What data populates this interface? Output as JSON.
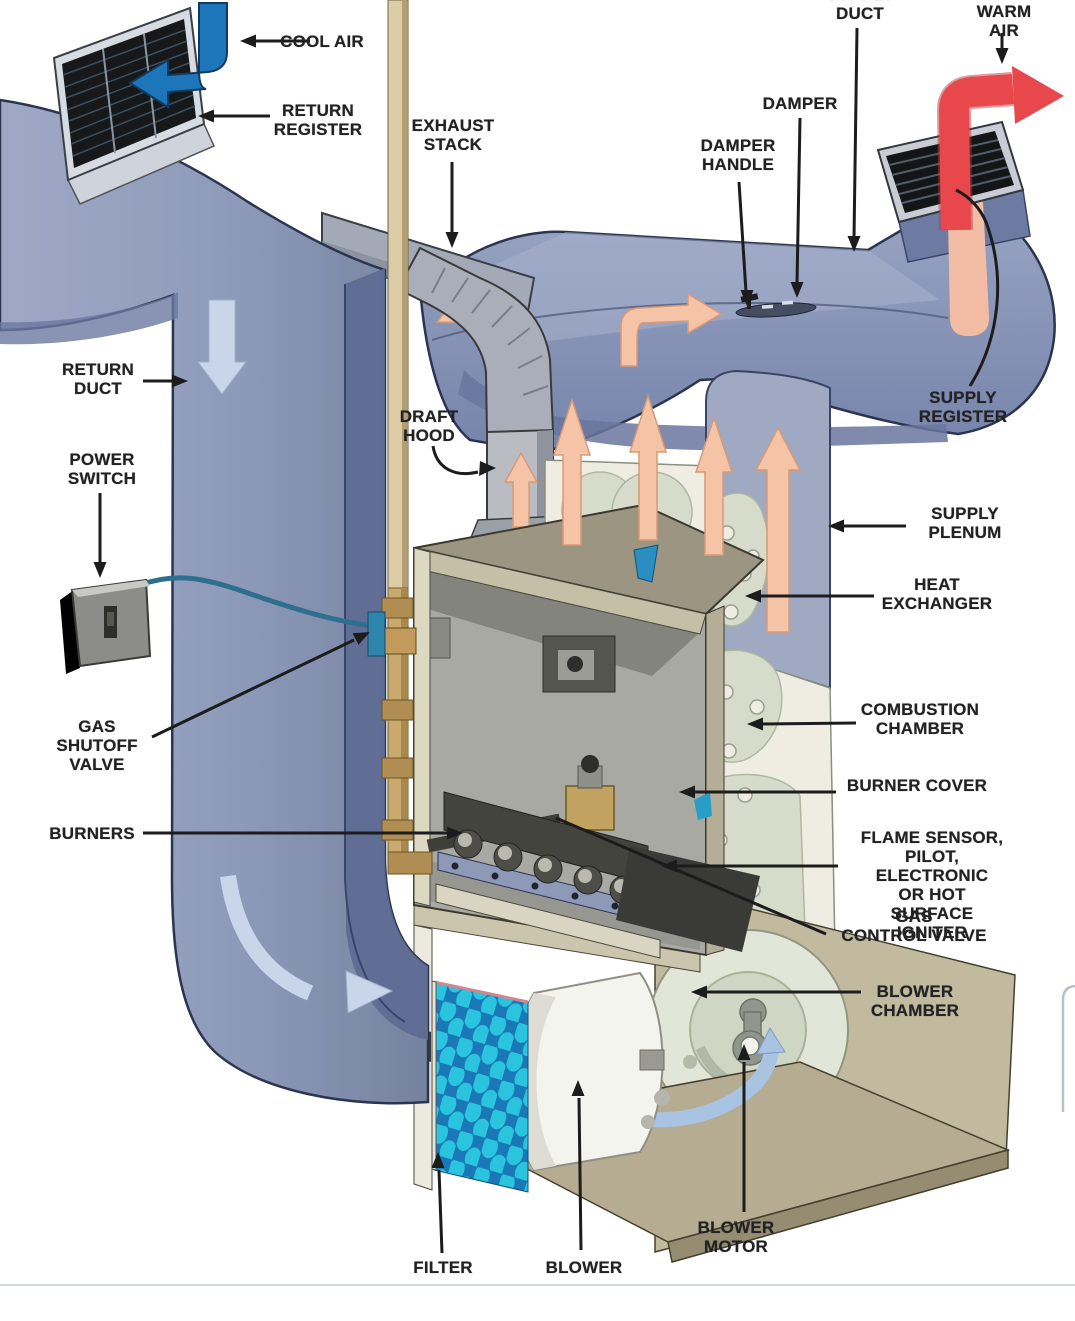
{
  "diagram": {
    "type": "furnace-hvac-cutaway",
    "labels": {
      "cool_air": "COOL AIR",
      "return_register": "RETURN\nREGISTER",
      "exhaust_stack": "EXHAUST\nSTACK",
      "supply_duct": "SUPPLY\nDUCT",
      "warm_air": "WARM AIR",
      "damper": "DAMPER",
      "damper_handle": "DAMPER\nHANDLE",
      "supply_register": "SUPPLY\nREGISTER",
      "return_duct": "RETURN\nDUCT",
      "draft_hood": "DRAFT\nHOOD",
      "power_switch": "POWER\nSWITCH",
      "supply_plenum": "SUPPLY\nPLENUM",
      "heat_exchanger": "HEAT\nEXCHANGER",
      "combustion_chamber": "COMBUSTION\nCHAMBER",
      "burner_cover": "BURNER COVER",
      "flame_sensor_igniter": "FLAME SENSOR,\nPILOT, ELECTRONIC\nOR HOT SURFACE\nIGNITER",
      "gas_control_valve": "GAS\nCONTROL VALVE",
      "blower_chamber": "BLOWER\nCHAMBER",
      "gas_shutoff_valve": "GAS\nSHUTOFF\nVALVE",
      "burners": "BURNERS",
      "blower_motor": "BLOWER\nMOTOR",
      "filter": "FILTER",
      "blower": "BLOWER"
    },
    "colors": {
      "background": "#ffffff",
      "duct_blue": "#8e9aba",
      "duct_shadow": "#5d6a92",
      "duct_highlight": "#a9b2c9",
      "cool_air_arrow": "#1d76ba",
      "warm_air_arrow": "#e8474b",
      "flue_supply_arrow": "#f5c3a5",
      "return_air_arrow": "#c9d5e8",
      "cabinet_beige": "#c9c3ab",
      "cabinet_top": "#9b9582",
      "interior_gray": "#a9a9a3",
      "plenum_panel": "#9fa9c2",
      "heat_exchanger_panel": "#efece2",
      "heat_exchanger_metal": "#d6dcc9",
      "filter_teal": "#2ac4de",
      "filter_blue": "#1a78b6",
      "gas_pipe_brass": "#c9a96e",
      "exhaust_stack_tan": "#dbcca6",
      "blower_belt_blue": "#a9c4e2",
      "wire_teal": "#2e6f8e",
      "leader_line": "#1c1c1c",
      "label_text": "#222222"
    }
  }
}
